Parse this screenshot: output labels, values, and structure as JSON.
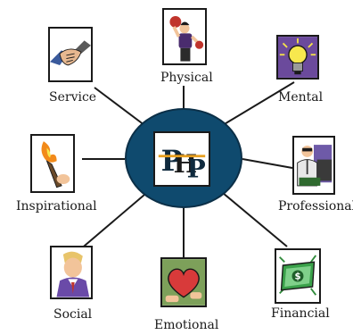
{
  "diagram": {
    "center_logo_letters": "PHP",
    "nodes": [
      {
        "id": "physical",
        "label": "Physical",
        "icon": "boxer-icon"
      },
      {
        "id": "mental",
        "label": "Mental",
        "icon": "lightbulb-icon"
      },
      {
        "id": "professional",
        "label": "Professional",
        "icon": "computer-worker-icon"
      },
      {
        "id": "financial",
        "label": "Financial",
        "icon": "dollar-bill-icon"
      },
      {
        "id": "emotional",
        "label": "Emotional",
        "icon": "heart-icon"
      },
      {
        "id": "social",
        "label": "Social",
        "icon": "person-icon"
      },
      {
        "id": "inspirational",
        "label": "Inspirational",
        "icon": "torch-icon"
      },
      {
        "id": "service",
        "label": "Service",
        "icon": "handshake-icon"
      }
    ],
    "colors": {
      "hub_fill": "#0f4a6e",
      "spoke": "#1a1a1a"
    }
  }
}
